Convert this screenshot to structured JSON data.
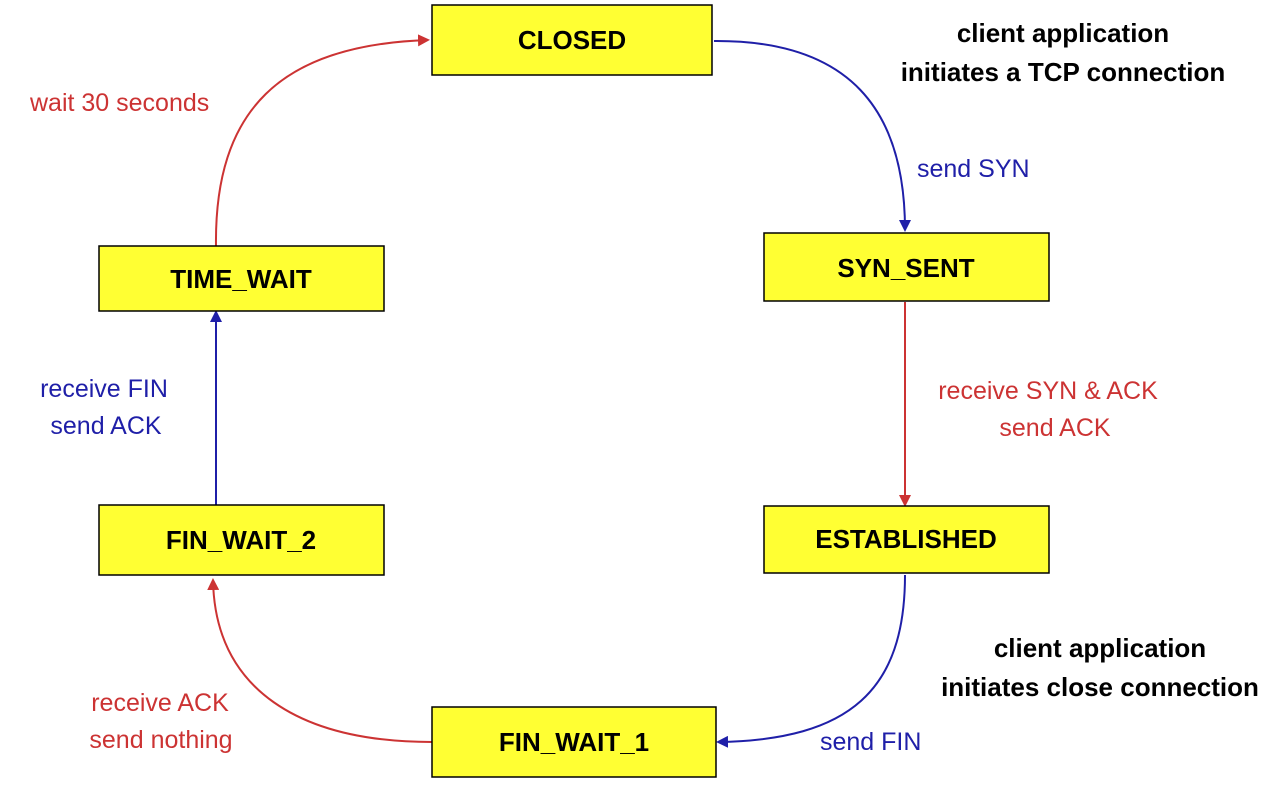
{
  "colors": {
    "state_fill": "#ffff33",
    "state_border": "#000000",
    "red": "#cc3333",
    "blue": "#1f1fa8",
    "text": "#000000"
  },
  "states": {
    "closed": "CLOSED",
    "syn_sent": "SYN_SENT",
    "established": "ESTABLISHED",
    "fin_wait_1": "FIN_WAIT_1",
    "fin_wait_2": "FIN_WAIT_2",
    "time_wait": "TIME_WAIT"
  },
  "transitions": {
    "closed_to_syn_sent": {
      "line1": "send SYN"
    },
    "syn_sent_to_established": {
      "line1": "receive SYN & ACK",
      "line2": "send ACK"
    },
    "established_to_fin_wait_1": {
      "line1": "send FIN"
    },
    "fin_wait_1_to_fin_wait_2": {
      "line1": "receive  ACK",
      "line2": "send nothing"
    },
    "fin_wait_2_to_time_wait": {
      "line1": "receive FIN",
      "line2": "send ACK"
    },
    "time_wait_to_closed": {
      "line1": "wait 30 seconds"
    }
  },
  "notes": {
    "open": {
      "line1": "client application",
      "line2": "initiates a TCP connection"
    },
    "close": {
      "line1": "client application",
      "line2": "initiates close connection"
    }
  }
}
